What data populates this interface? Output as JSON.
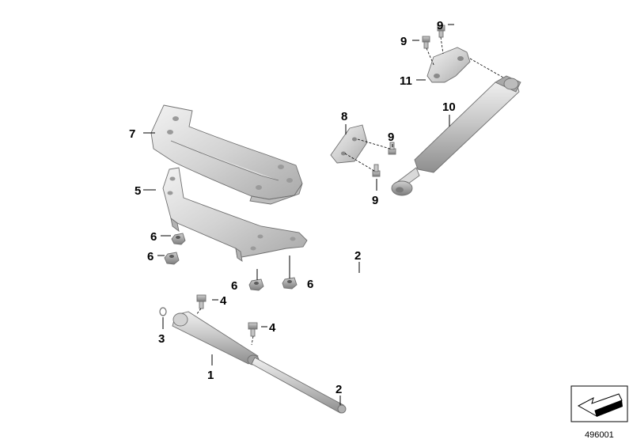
{
  "diagram": {
    "callouts": {
      "c1": "1",
      "c2a": "2",
      "c2b": "2",
      "c3": "3",
      "c4a": "4",
      "c4b": "4",
      "c5": "5",
      "c6a": "6",
      "c6b": "6",
      "c6c": "6",
      "c6d": "6",
      "c7": "7",
      "c8": "8",
      "c9a": "9",
      "c9b": "9",
      "c9c": "9",
      "c9d": "9",
      "c10": "10",
      "c11": "11"
    },
    "document_number": "496001",
    "colors": {
      "part_light": "#e6e6e6",
      "part_mid": "#c4c4c4",
      "part_dark": "#9a9a9a",
      "line": "#000000"
    }
  }
}
